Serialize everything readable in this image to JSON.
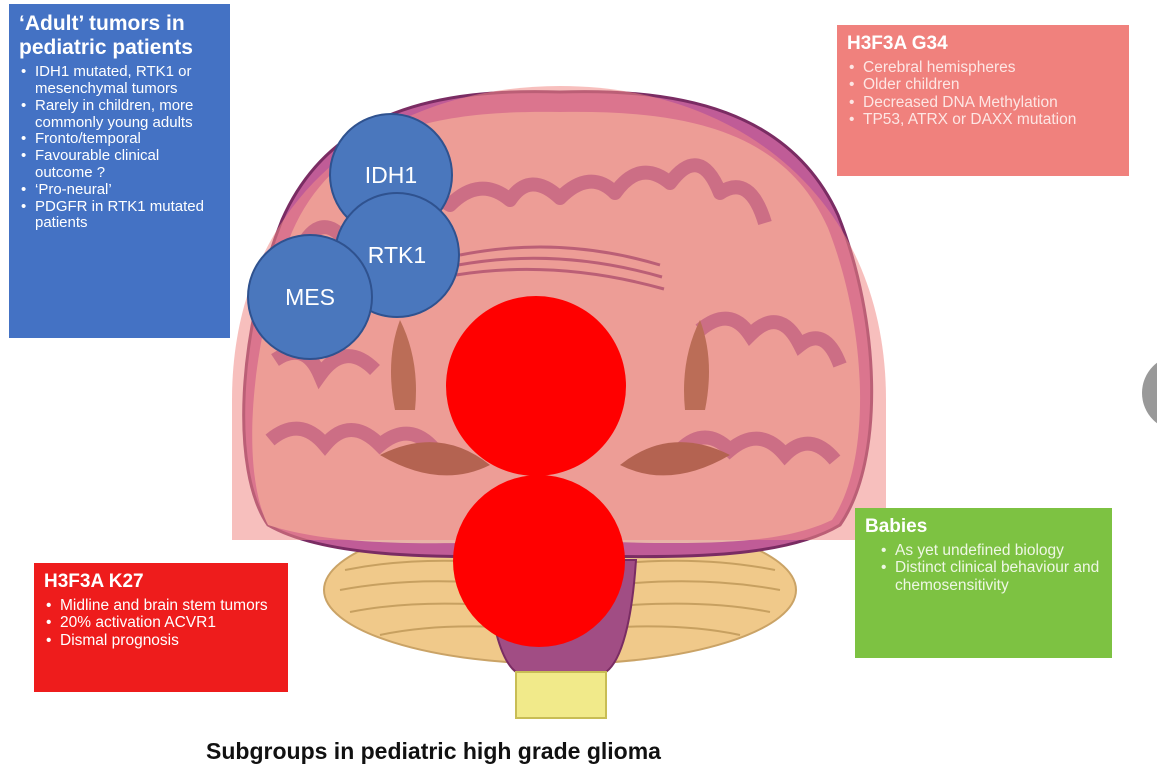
{
  "caption": "Subgroups in pediatric high grade glioma",
  "boxes": {
    "adult": {
      "title": "‘Adult’ tumors in pediatric patients",
      "items": [
        "IDH1 mutated, RTK1 or mesenchymal tumors",
        "Rarely in children, more commonly young adults",
        "Fronto/temporal",
        "Favourable clinical outcome ?",
        "‘Pro-neural’",
        "PDGFR in RTK1 mutated patients"
      ]
    },
    "g34": {
      "title": "H3F3A G34",
      "items": [
        "Cerebral hemispheres",
        "Older children",
        "Decreased DNA Methylation",
        "TP53, ATRX or DAXX mutation"
      ]
    },
    "k27": {
      "title": "H3F3A K27",
      "items": [
        "Midline and brain stem tumors",
        "20% activation ACVR1",
        "Dismal prognosis"
      ]
    },
    "babies": {
      "title": "Babies",
      "items": [
        "As yet undefined biology",
        "Distinct clinical behaviour and chemosensitivity"
      ]
    }
  },
  "bubbles": {
    "idh1": "IDH1",
    "rtk1": "RTK1",
    "mes": "MES"
  },
  "colors": {
    "adult": "#4472c4",
    "g34": "#f0817d",
    "k27": "#ee1c1c",
    "babies": "#7dc242",
    "bubble_fill": "#4a77bd",
    "tumor_red": "#ff0000",
    "brain_overlay": "#f08a86",
    "cortex": "#a14d84",
    "cerebellum": "#f0c98a",
    "spinal_cord": "#f1ea8a"
  }
}
